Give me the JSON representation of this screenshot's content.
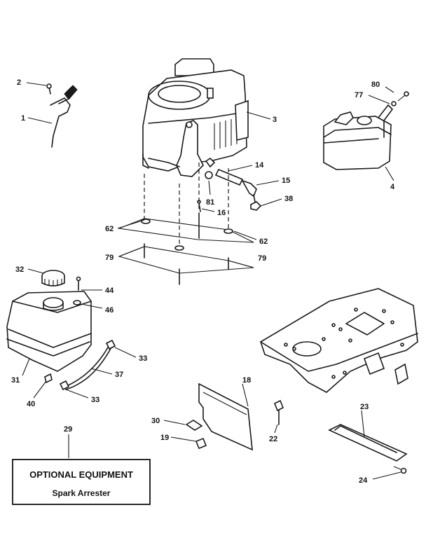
{
  "callouts": {
    "c1": "1",
    "c2": "2",
    "c3": "3",
    "c4": "4",
    "c14": "14",
    "c15": "15",
    "c16": "16",
    "c18": "18",
    "c19": "19",
    "c22": "22",
    "c23": "23",
    "c24": "24",
    "c29": "29",
    "c30": "30",
    "c31": "31",
    "c32": "32",
    "c33a": "33",
    "c33b": "33",
    "c37": "37",
    "c38": "38",
    "c40": "40",
    "c44": "44",
    "c46": "46",
    "c62a": "62",
    "c62b": "62",
    "c77": "77",
    "c79a": "79",
    "c79b": "79",
    "c80": "80",
    "c81": "81"
  },
  "optional_box": {
    "title": "OPTIONAL EQUIPMENT",
    "subtitle": "Spark Arrester"
  }
}
